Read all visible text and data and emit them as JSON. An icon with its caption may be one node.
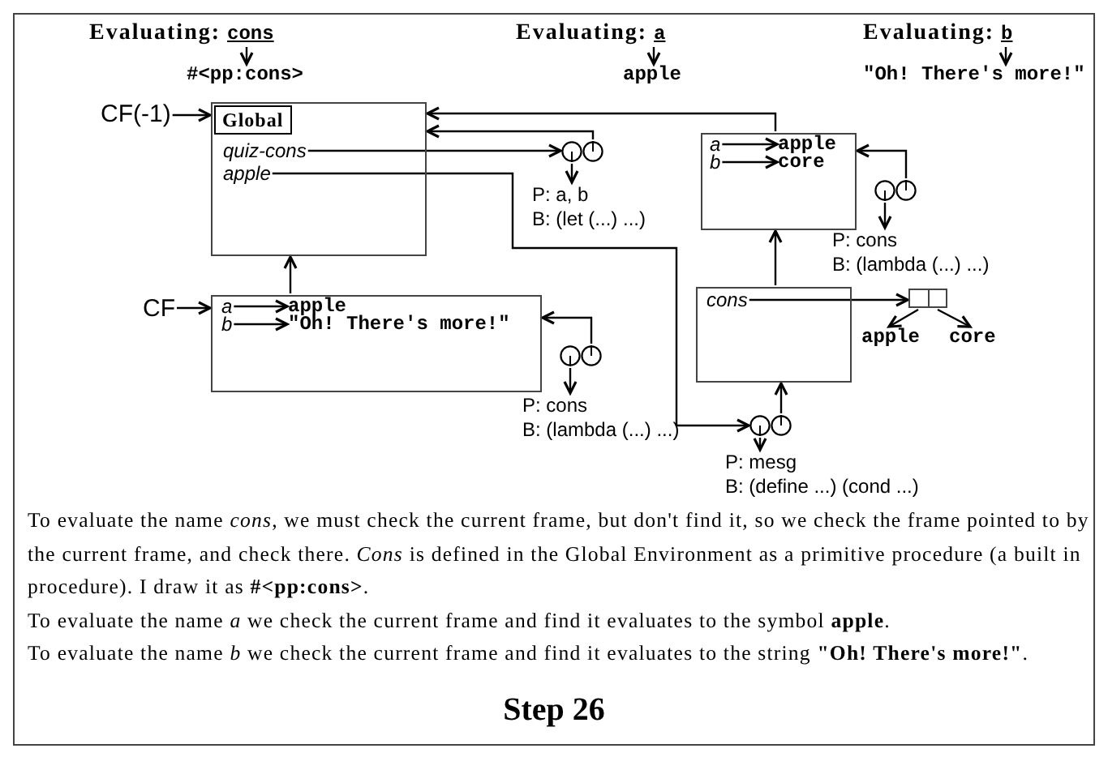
{
  "diagram": {
    "caption": "Step 26",
    "nodes": [
      {
        "text": [
          "Evaluating:",
          "cons"
        ]
      },
      {
        "text": [
          "#<pp:cons>"
        ]
      },
      {
        "text": [
          "Evaluating:",
          "a"
        ]
      },
      {
        "text": [
          "apple"
        ]
      },
      {
        "text": [
          "Evaluating:",
          "b"
        ]
      },
      {
        "text": [
          "\"Oh! There's more!\""
        ]
      },
      {
        "text": [
          "CF(-1)"
        ]
      },
      {
        "text": [
          "Global"
        ]
      },
      {
        "text": [
          "quiz-cons"
        ],
        "in": 7
      },
      {
        "text": [
          "apple"
        ],
        "in": 7
      },
      {
        "text": [],
        "shape": "circle"
      },
      {
        "text": [
          "P: a, b",
          "B: (let (...) ...)"
        ]
      },
      {
        "text": [],
        "shape": "box"
      },
      {
        "text": [
          "a"
        ],
        "in": 12
      },
      {
        "text": [
          "b"
        ],
        "in": 12
      },
      {
        "text": [
          "apple"
        ],
        "in": 12
      },
      {
        "text": [
          "core"
        ],
        "in": 12
      },
      {
        "text": [],
        "shape": "circle"
      },
      {
        "text": [
          "P: cons",
          "B: (lambda (...) ...)"
        ]
      },
      {
        "text": [
          "CF"
        ]
      },
      {
        "text": [],
        "shape": "box"
      },
      {
        "text": [
          "a"
        ],
        "in": 20
      },
      {
        "text": [
          "b"
        ],
        "in": 20
      },
      {
        "text": [
          "apple"
        ],
        "in": 20
      },
      {
        "text": [
          "\"Oh! There's more!\""
        ],
        "in": 20
      },
      {
        "text": [],
        "shape": "box"
      },
      {
        "text": [
          "cons"
        ],
        "in": 25
      },
      {
        "text": [],
        "shape": "box"
      },
      {
        "text": [
          "apple"
        ]
      },
      {
        "text": [
          "core"
        ]
      },
      {
        "text": [],
        "shape": "circle"
      },
      {
        "text": [
          "P: cons",
          "B: (lambda (...) ...)"
        ]
      },
      {
        "text": [],
        "shape": "circle"
      },
      {
        "text": [
          "P: mesg",
          "B: (define ...) (cond ...)"
        ]
      }
    ],
    "edges": [
      {
        "from": 0,
        "to": 1,
        "arrow": "to"
      },
      {
        "from": 2,
        "to": 3,
        "arrow": "to"
      },
      {
        "from": 4,
        "to": 5,
        "arrow": "to"
      },
      {
        "from": 6,
        "to": 7,
        "arrow": "to"
      },
      {
        "from": 8,
        "to": 10,
        "arrow": "to"
      },
      {
        "from": 10,
        "to": 7,
        "arrow": "to"
      },
      {
        "from": 10,
        "to": 11,
        "arrow": "to"
      },
      {
        "from": 9,
        "to": 32,
        "arrow": "to"
      },
      {
        "from": 32,
        "to": 25,
        "arrow": "to"
      },
      {
        "from": 32,
        "to": 33,
        "arrow": "to"
      },
      {
        "from": 25,
        "to": 12,
        "arrow": "to"
      },
      {
        "from": 12,
        "to": 7,
        "arrow": "to"
      },
      {
        "from": 17,
        "to": 12,
        "arrow": "to"
      },
      {
        "from": 17,
        "to": 18,
        "arrow": "to"
      },
      {
        "from": 26,
        "to": 27,
        "arrow": "to"
      },
      {
        "from": 27,
        "to": 28,
        "arrow": "to"
      },
      {
        "from": 27,
        "to": 29,
        "arrow": "to"
      },
      {
        "from": 13,
        "to": 15,
        "arrow": "to"
      },
      {
        "from": 14,
        "to": 16,
        "arrow": "to"
      },
      {
        "from": 19,
        "to": 20,
        "arrow": "to"
      },
      {
        "from": 20,
        "to": 7,
        "arrow": "to"
      },
      {
        "from": 21,
        "to": 23,
        "arrow": "to"
      },
      {
        "from": 22,
        "to": 24,
        "arrow": "to"
      },
      {
        "from": 30,
        "to": 20,
        "arrow": "to"
      },
      {
        "from": 30,
        "to": 31,
        "arrow": "to"
      }
    ],
    "labels": [
      "To evaluate the name *cons*, we must check the current frame, but don't find it, so we check the frame pointed to by the current frame, and check there. *Cons* is defined in the Global Environment as a primitive procedure (a built in procedure). I draw it as **#<pp:cons>**.",
      "To evaluate the name *a* we check the current frame and find it evaluates to the symbol **apple**.",
      "To evaluate the name *b* we check the current frame and find it evaluates to the string **\"Oh! There's more!\"**."
    ]
  }
}
